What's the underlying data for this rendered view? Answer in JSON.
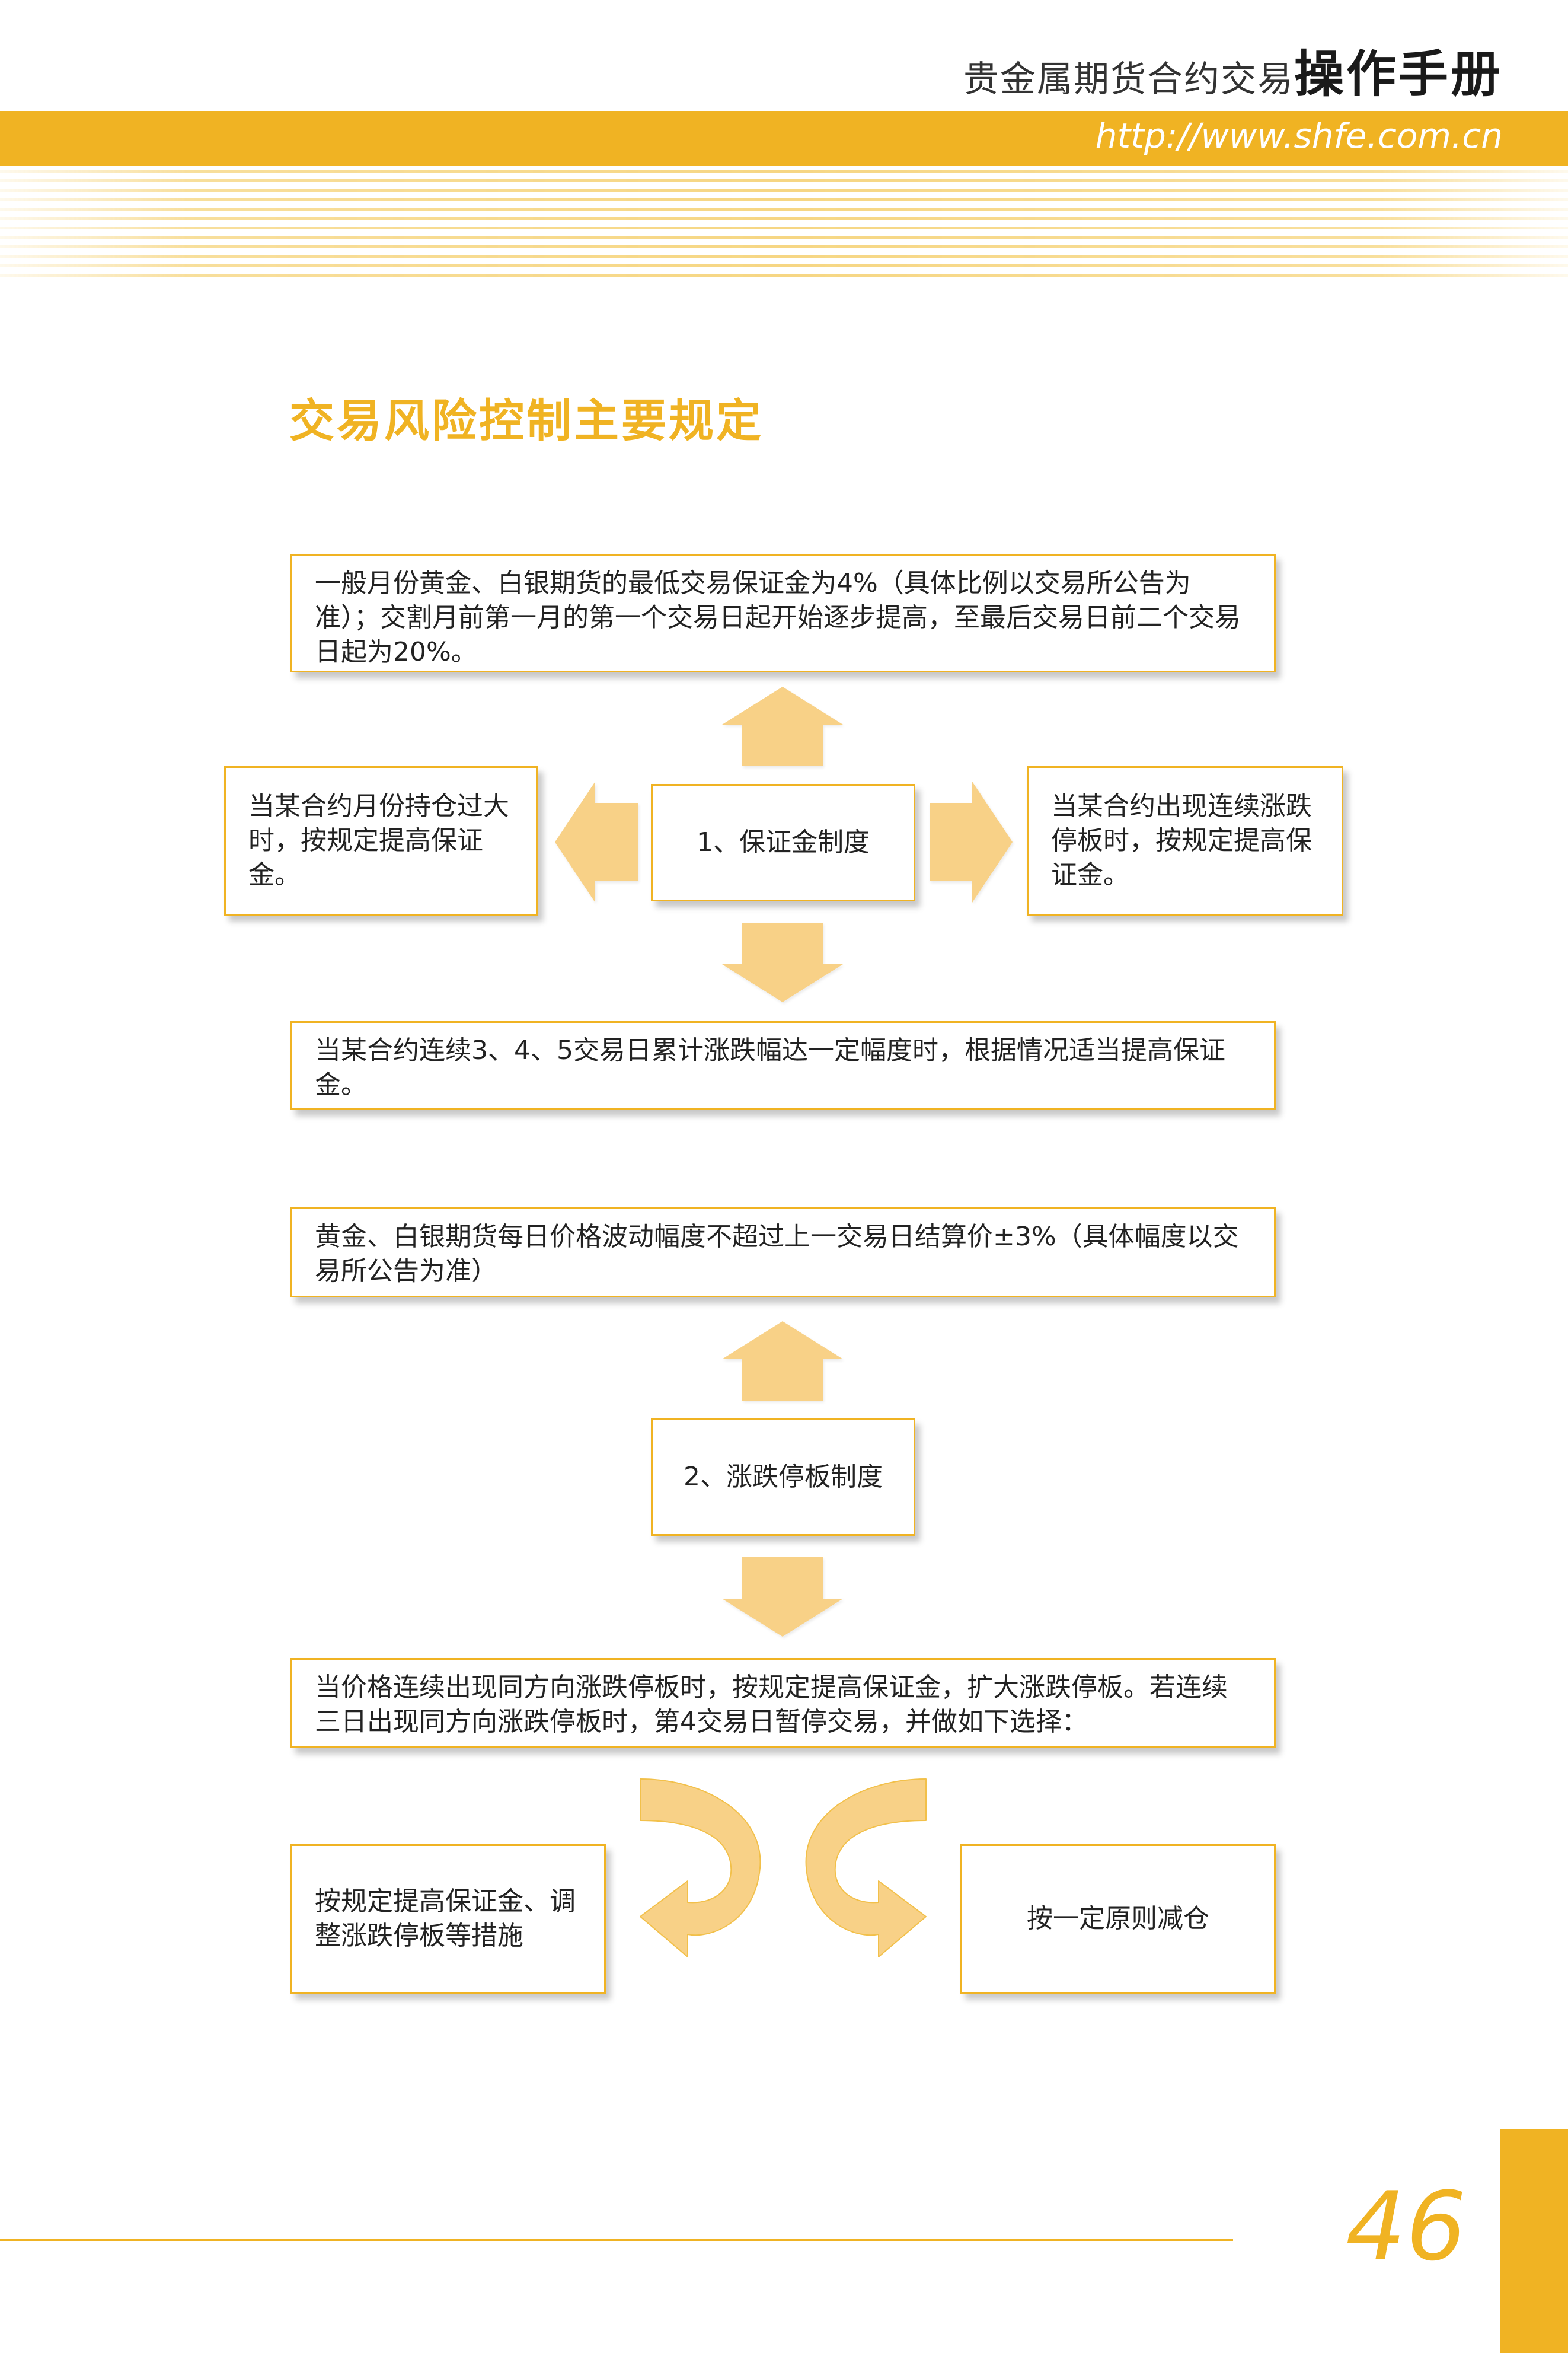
{
  "header": {
    "title_normal": "贵金属期货合约交易",
    "title_bold": "操作手册",
    "url": "http://www.shfe.com.cn"
  },
  "section_title": "交易风险控制主要规定",
  "margin_system": {
    "center": "1、保证金制度",
    "top": "一般月份黄金、白银期货的最低交易保证金为4%（具体比例以交易所公告为准）；交割月前第一月的第一个交易日起开始逐步提高，至最后交易日前二个交易日起为20%。",
    "left": "当某合约月份持仓过大时，按规定提高保证金。",
    "right": "当某合约出现连续涨跌停板时，按规定提高保证金。",
    "bottom": "当某合约连续3、4、5交易日累计涨跌幅达一定幅度时，根据情况适当提高保证金。"
  },
  "limit_system": {
    "center": "2、涨跌停板制度",
    "top": "黄金、白银期货每日价格波动幅度不超过上一交易日结算价±3%（具体幅度以交易所公告为准）",
    "bottom": "当价格连续出现同方向涨跌停板时，按规定提高保证金，扩大涨跌停板。若连续三日出现同方向涨跌停板时，第4交易日暂停交易，并做如下选择：",
    "option_left": "按规定提高保证金、调整涨跌停板等措施",
    "option_right": "按一定原则减仓"
  },
  "page_number": "46",
  "colors": {
    "accent": "#f0b323",
    "arrow_fill": "#f8d187",
    "text": "#222222"
  }
}
